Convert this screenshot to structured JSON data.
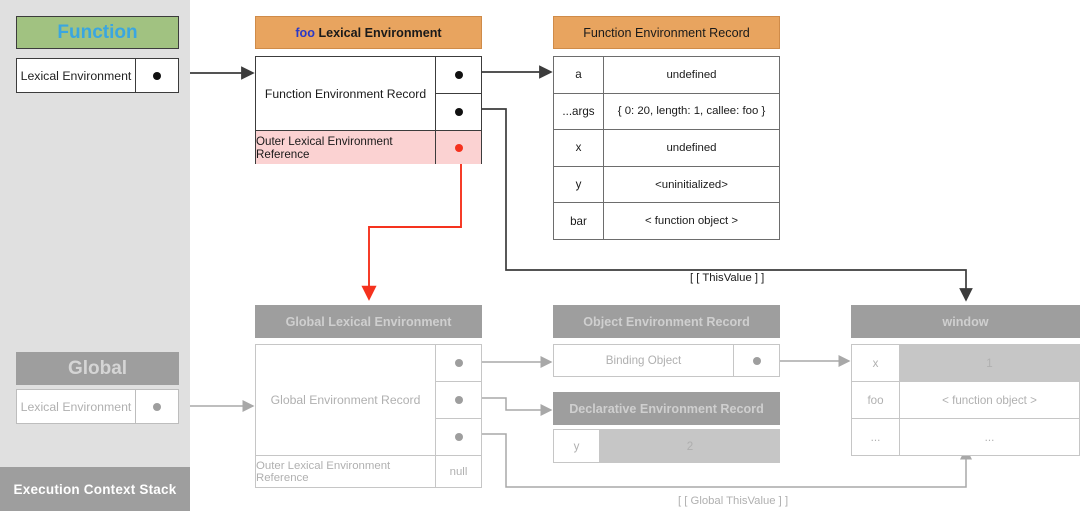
{
  "stack": {
    "footer_label": "Execution Context Stack",
    "frames": [
      {
        "title": "Function",
        "row_label": "Lexical Environment",
        "pin": "pointer-dot"
      },
      {
        "title": "Global",
        "row_label": "Lexical Environment",
        "pin": "pointer-dot"
      }
    ]
  },
  "foo_lexical_environment": {
    "title_prefix": "foo",
    "title_suffix": "Lexical Environment",
    "record_label": "Function Environment Record",
    "outer_label": "Outer Lexical Environment Reference",
    "pins": [
      "record-pointer",
      "this-value-pointer",
      "outer-pointer"
    ]
  },
  "function_environment_record": {
    "title": "Function Environment Record",
    "columns": [
      "binding",
      "value"
    ],
    "rows": [
      {
        "key": "a",
        "value": "undefined"
      },
      {
        "key": "...args",
        "value": "{ 0: 20, length: 1, callee: foo }"
      },
      {
        "key": "x",
        "value": "undefined"
      },
      {
        "key": "y",
        "value": "<uninitialized>"
      },
      {
        "key": "bar",
        "value": "< function object >"
      }
    ]
  },
  "global_lexical_environment": {
    "title": "Global Lexical Environment",
    "record_label": "Global Environment Record",
    "outer_label": "Outer Lexical Environment Reference",
    "outer_value": "null"
  },
  "object_environment_record": {
    "title": "Object Environment Record",
    "binding_object_label": "Binding Object"
  },
  "declarative_environment_record": {
    "title": "Declarative Environment Record",
    "rows": [
      {
        "key": "y",
        "value": "2"
      }
    ]
  },
  "window_object": {
    "title": "window",
    "rows": [
      {
        "key": "x",
        "value": "1",
        "highlight": true
      },
      {
        "key": "foo",
        "value": "< function object >",
        "highlight": false
      },
      {
        "key": "...",
        "value": "...",
        "highlight": false
      }
    ]
  },
  "edges": {
    "this_value": "[ [ ThisValue ] ]",
    "global_this_value": "[ [ Global ThisValue ] ]"
  },
  "colors": {
    "function_header": "#a1c281",
    "function_header_text": "#3aa6e0",
    "orange_header": "#e8a45f",
    "grey_header": "#9e9e9e",
    "pink_row": "#fbd2d2",
    "red_arrow": "#f5321e",
    "rail_bg": "#e0e0e0"
  }
}
